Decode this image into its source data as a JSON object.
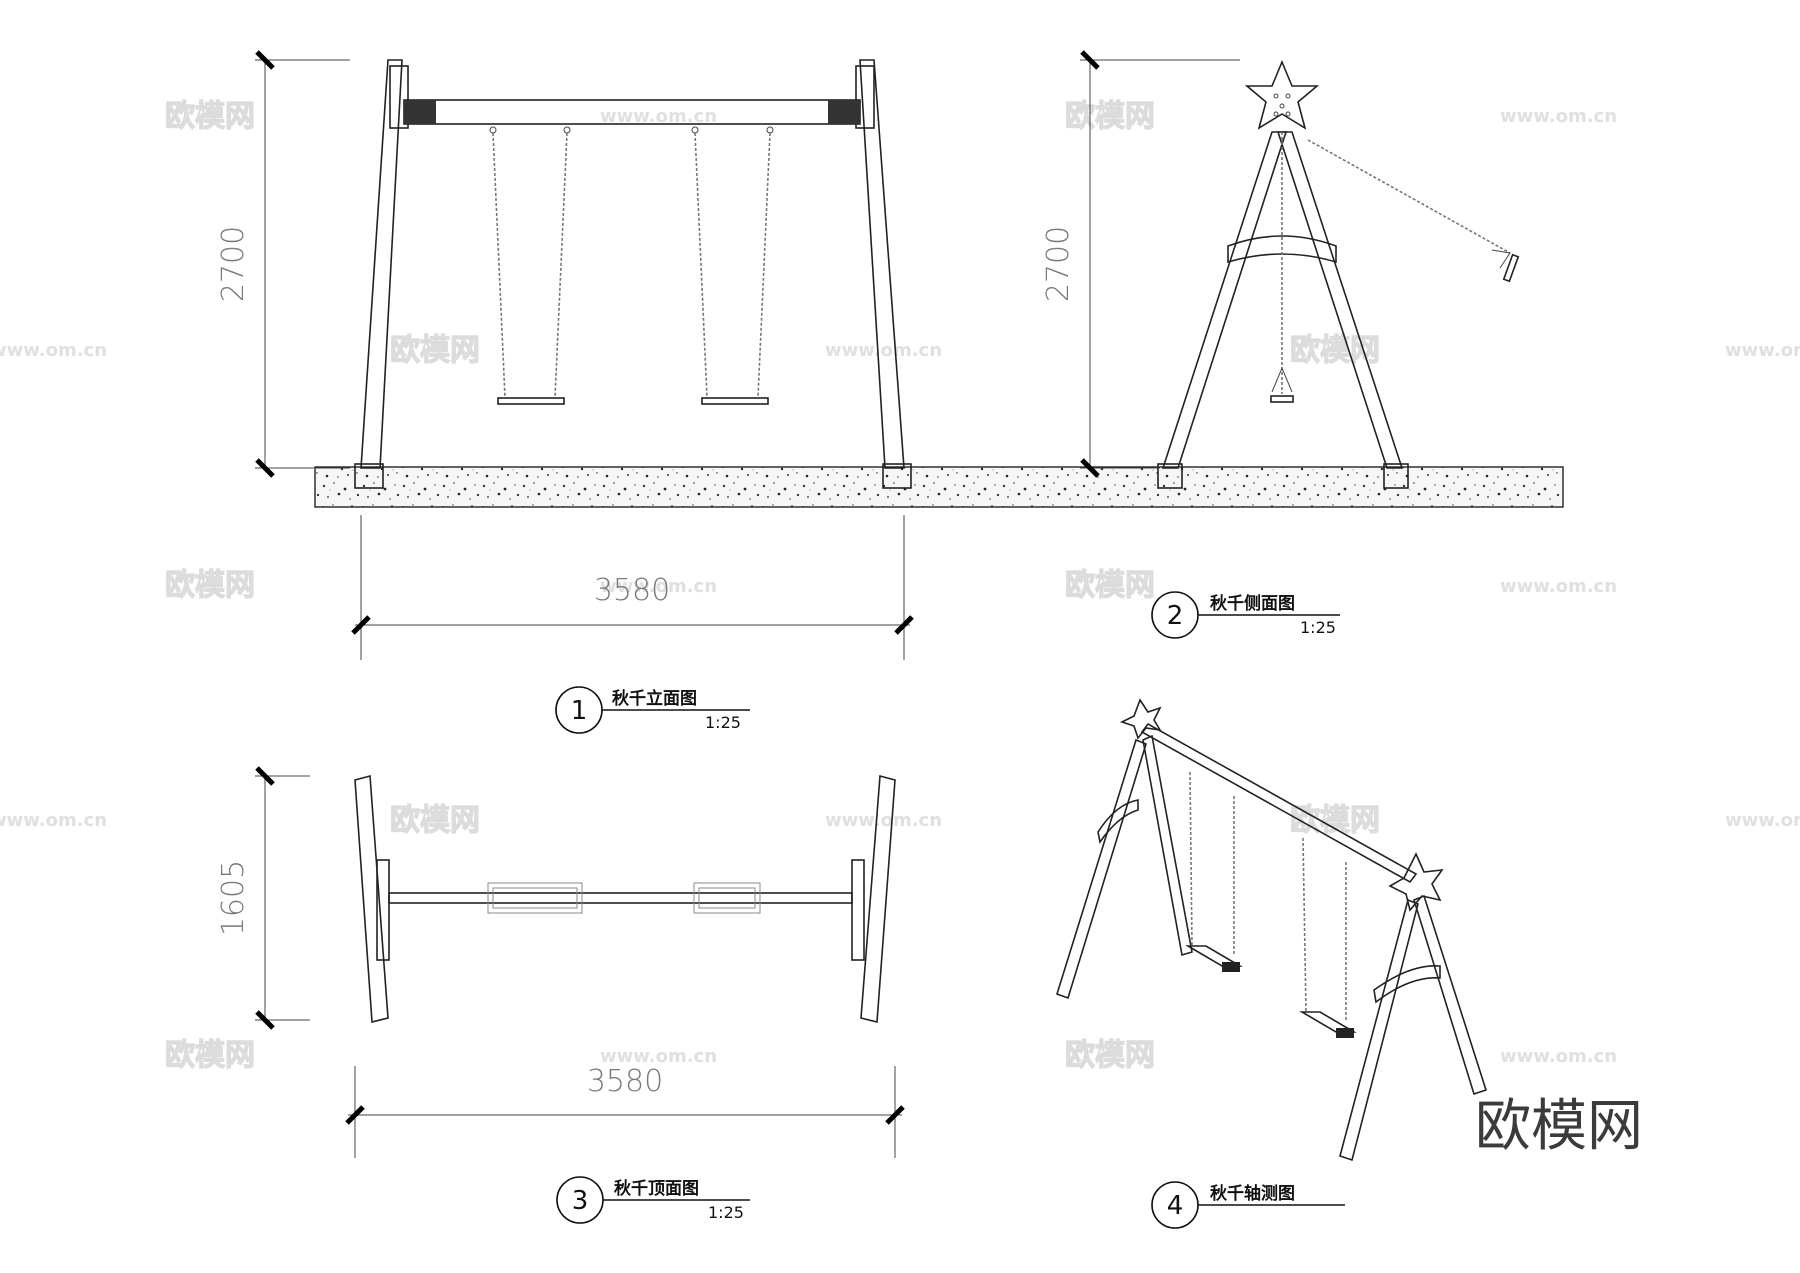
{
  "dimensions": {
    "front_height": "2700",
    "front_width": "3580",
    "side_height": "2700",
    "top_depth": "1605",
    "top_width": "3580"
  },
  "views": [
    {
      "number": "1",
      "title": "秋千立面图",
      "scale": "1:25"
    },
    {
      "number": "2",
      "title": "秋千侧面图",
      "scale": "1:25"
    },
    {
      "number": "3",
      "title": "秋千顶面图",
      "scale": "1:25"
    },
    {
      "number": "4",
      "title": "秋千轴测图",
      "scale": ""
    }
  ],
  "watermark": {
    "logo_text": "欧模网",
    "url_text": "www.om.cn",
    "brand_text": "欧模网"
  },
  "colors": {
    "line": "#222222",
    "dimension_text": "#7a7a7a",
    "ground_fill": "#f4f4f4",
    "watermark": "#dcdcdc"
  }
}
